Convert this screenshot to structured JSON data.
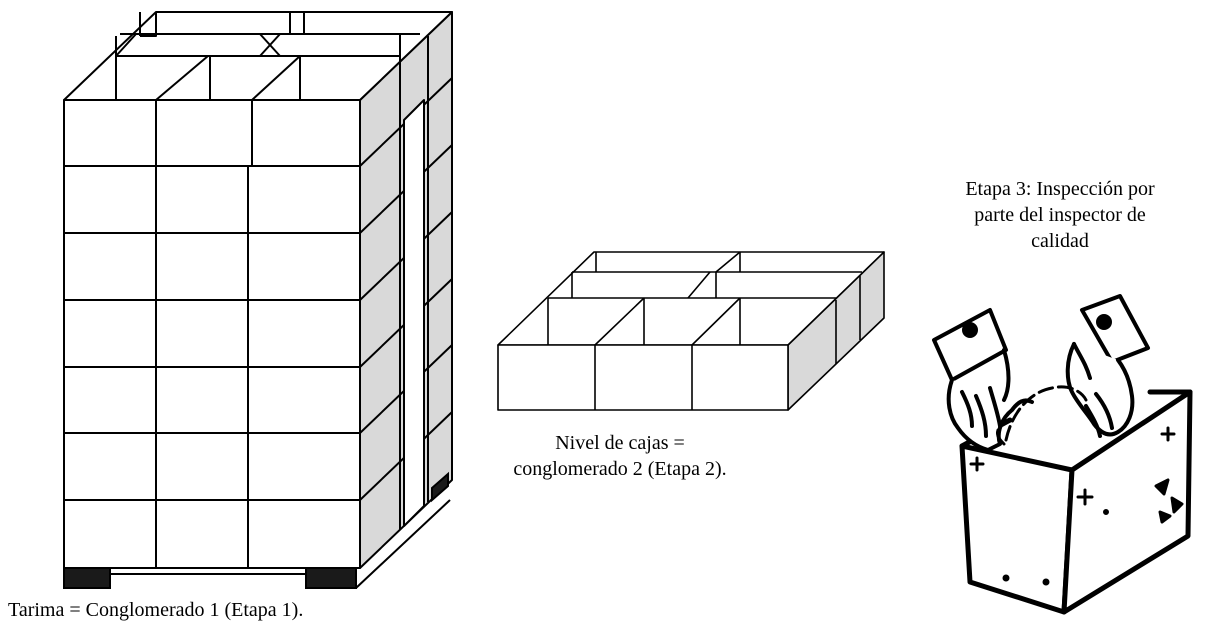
{
  "captions": {
    "stage1": "Tarima = Conglomerado 1 (Etapa 1).",
    "stage2": [
      "Nivel de cajas =",
      "conglomerado 2 (Etapa 2)."
    ],
    "stage3": [
      "Etapa 3: Inspección por",
      "parte del inspector de",
      "calidad"
    ]
  },
  "colors": {
    "ink": "#000000",
    "box_front": "#ffffff",
    "box_side": "#d9d9d9",
    "pallet_feet": "#1a1a1a"
  },
  "illustrations": {
    "stage1": "pallet-stack-icon",
    "stage2": "box-layer-icon",
    "stage3": "inspector-hands-box-icon"
  }
}
